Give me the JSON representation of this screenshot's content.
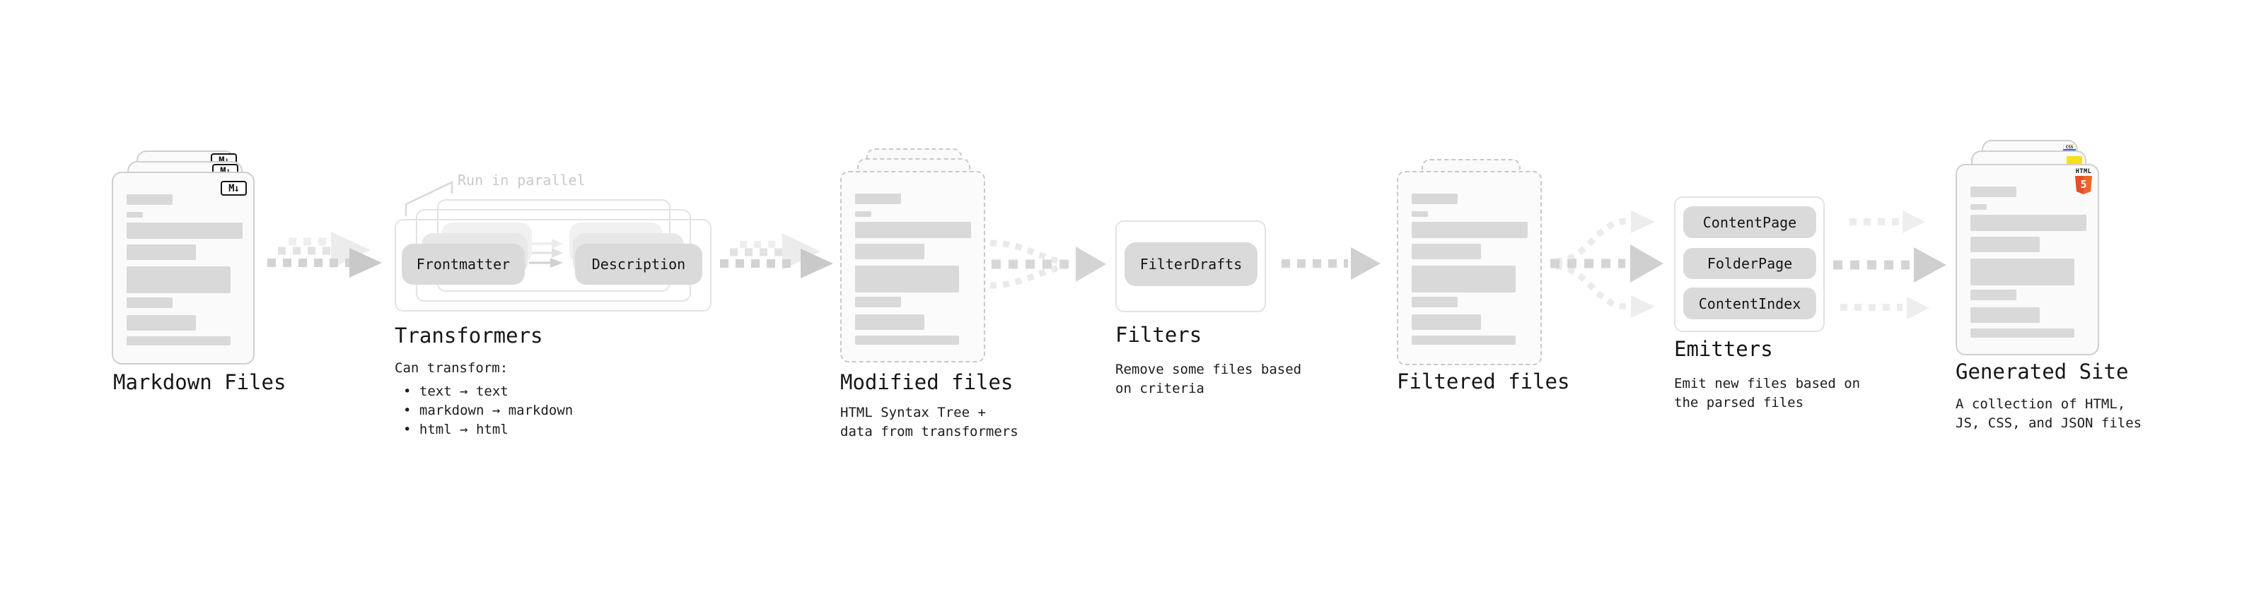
{
  "stages": {
    "markdown": {
      "label": "Markdown Files",
      "badge": "M↓"
    },
    "transformers": {
      "label": "Transformers",
      "note": "Run in parallel",
      "node_a": "Frontmatter",
      "node_b": "Description",
      "desc_title": "Can transform:",
      "bullet_1": "• text → text",
      "bullet_2": "• markdown → markdown",
      "bullet_3": "• html → html"
    },
    "modified": {
      "label": "Modified files",
      "desc_1": "HTML Syntax Tree +",
      "desc_2": "data from transformers"
    },
    "filters": {
      "label": "Filters",
      "node": "FilterDrafts",
      "desc_1": "Remove some files based",
      "desc_2": "on criteria"
    },
    "filtered": {
      "label": "Filtered files"
    },
    "emitters": {
      "label": "Emitters",
      "node_1": "ContentPage",
      "node_2": "FolderPage",
      "node_3": "ContentIndex",
      "desc_1": "Emit new files based on",
      "desc_2": "the parsed files"
    },
    "site": {
      "label": "Generated Site",
      "desc_1": "A collection of HTML,",
      "desc_2": "JS, CSS, and JSON files",
      "html5_text": "HTML",
      "html5_number": "5",
      "css_badge": "CSS"
    }
  },
  "colors": {
    "html5_orange": "#e34f26",
    "js_yellow": "#f7df1e",
    "css_blue": "#2760e6",
    "text": "#161616",
    "faded_text": "#c9c9c9",
    "card_border": "#cfcfcf",
    "skeleton": "#d9d9d9",
    "arrow_dark": "#c9c9c9",
    "arrow_light": "#ececec"
  }
}
